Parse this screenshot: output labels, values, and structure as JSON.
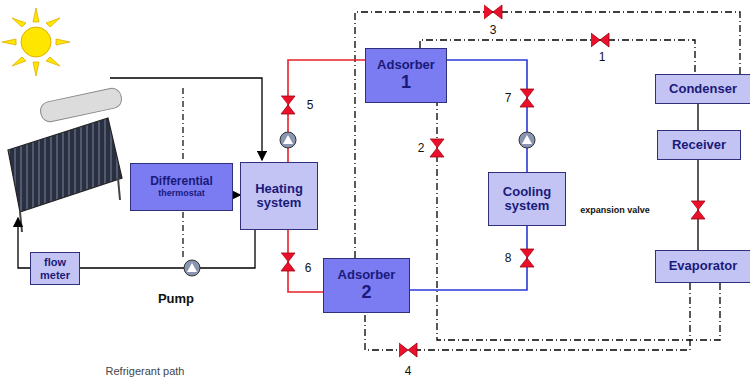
{
  "diagram": {
    "nodes": [
      {
        "text": [
          "Adsorber",
          "1"
        ]
      },
      {
        "text": [
          "Condenser"
        ]
      },
      {
        "text": [
          "Receiver"
        ]
      },
      {
        "text": [
          "Differential",
          "thermostat"
        ]
      },
      {
        "text": [
          "Heating system"
        ]
      },
      {
        "text": [
          "Cooling system"
        ]
      },
      {
        "text": [
          "Evaporator"
        ]
      },
      {
        "text": [
          "flow meter"
        ]
      },
      {
        "text": [
          "Adsorber",
          "2"
        ]
      }
    ],
    "edges": [
      {
        "from": 0,
        "to": 1,
        "arrow": "none"
      },
      {
        "from": 8,
        "to": 1,
        "arrow": "none"
      },
      {
        "from": 6,
        "to": 0,
        "arrow": "none"
      },
      {
        "from": 6,
        "to": 8,
        "arrow": "none"
      },
      {
        "from": 0,
        "to": 5,
        "arrow": "none"
      },
      {
        "from": 5,
        "to": 8,
        "arrow": "none"
      },
      {
        "from": 4,
        "to": 0,
        "arrow": "none"
      },
      {
        "from": 4,
        "to": 8,
        "arrow": "none"
      },
      {
        "from": 1,
        "to": 2,
        "arrow": "none"
      },
      {
        "from": 2,
        "to": 6,
        "arrow": "none"
      },
      {
        "from": 4,
        "to": 7,
        "arrow": "none"
      },
      {
        "from": 3,
        "to": 4,
        "arrow": "to"
      }
    ],
    "labels": [
      "1",
      "2",
      "3",
      "4",
      "5",
      "6",
      "7",
      "8",
      "Pump",
      "expansion valve",
      "Refrigerant path"
    ]
  }
}
